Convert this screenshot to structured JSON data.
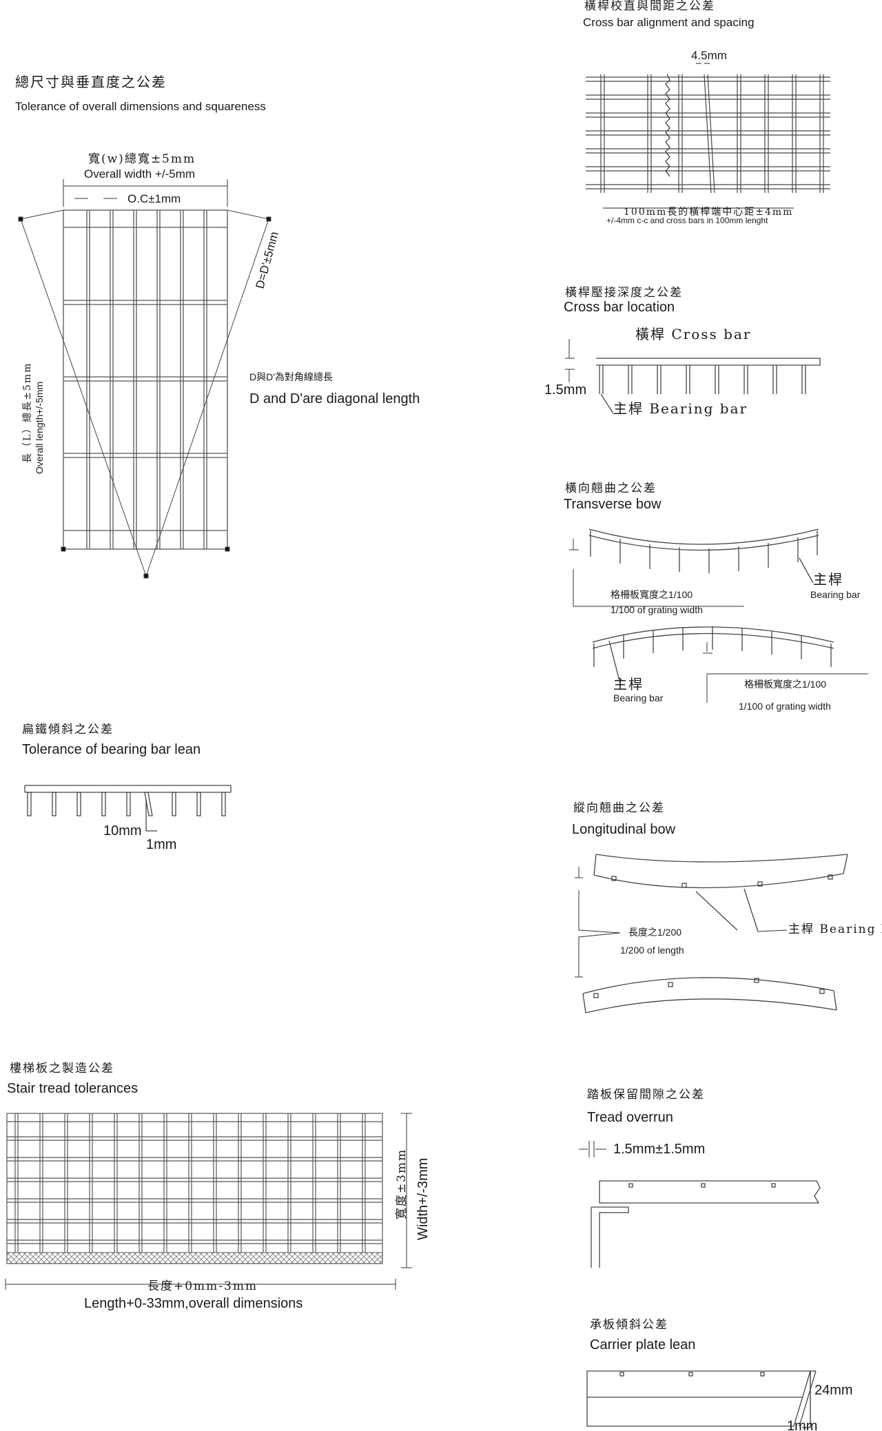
{
  "cross_bar_alignment": {
    "title_zh": "橫桿校直與間距之公差",
    "title_en": "Cross bar alignment and spacing",
    "dim_top": "4.5mm",
    "dim_bottom_1": "100mm長的橫桿端中心距±4mm",
    "dim_bottom_2": "+/-4mm c-c and cross bars in 100mm lenght"
  },
  "overall": {
    "title_zh": "總尺寸與垂直度之公差",
    "title_en": "Tolerance of overall dimensions and squareness",
    "width_zh": "寬(w)總寬±5mm",
    "width_en": "Overall width +/-5mm",
    "oc": "O.C±1mm",
    "diag": "D=D'±5mm",
    "diag_note_zh": "D與D'為對角線總長",
    "diag_note_en": "D and D'are diagonal length",
    "length_zh": "長（L）總長±5mm",
    "length_en": "Overall length+/-5mm"
  },
  "cross_bar_location": {
    "title_zh": "橫桿壓接深度之公差",
    "title_en": "Cross bar location",
    "crossbar": "橫桿 Cross bar",
    "dim": "1.5mm",
    "bearing": "主桿 Bearing bar"
  },
  "transverse": {
    "title_zh": "橫向翹曲之公差",
    "title_en": "Transverse bow",
    "ratio_zh": "格柵板寬度之1/100",
    "ratio_en": "1/100 of grating width",
    "bearing_zh": "主桿",
    "bearing_en": "Bearing bar",
    "bearing2_zh": "主桿",
    "bearing2_en": "Bearing bar",
    "ratio2_zh": "格柵板寬度之1/100",
    "ratio2_en": "1/100 of grating width"
  },
  "lean": {
    "title_zh": "扁鐵傾斜之公差",
    "title_en": "Tolerance of bearing bar lean",
    "d1": "10mm",
    "d2": "1mm"
  },
  "longitudinal": {
    "title_zh": "縱向翹曲之公差",
    "title_en": "Longitudinal bow",
    "ratio_zh": "長度之1/200",
    "ratio_en": "1/200 of length",
    "bearing": "主桿 Bearing bar"
  },
  "stair": {
    "title_zh": "樓梯板之製造公差",
    "title_en": "Stair tread tolerances",
    "width_zh": "寬度±3mm",
    "width_en": "Width+/-3mm",
    "length_zh": "長度+0mm-3mm",
    "length_en": "Length+0-33mm,overall dimensions"
  },
  "overrun": {
    "title_zh": "踏板保留間隙之公差",
    "title_en": "Tread overrun",
    "dim": "1.5mm±1.5mm"
  },
  "carrier": {
    "title_zh": "承板傾斜公差",
    "title_en": "Carrier plate lean",
    "d1": "24mm",
    "d2": "1mm"
  }
}
